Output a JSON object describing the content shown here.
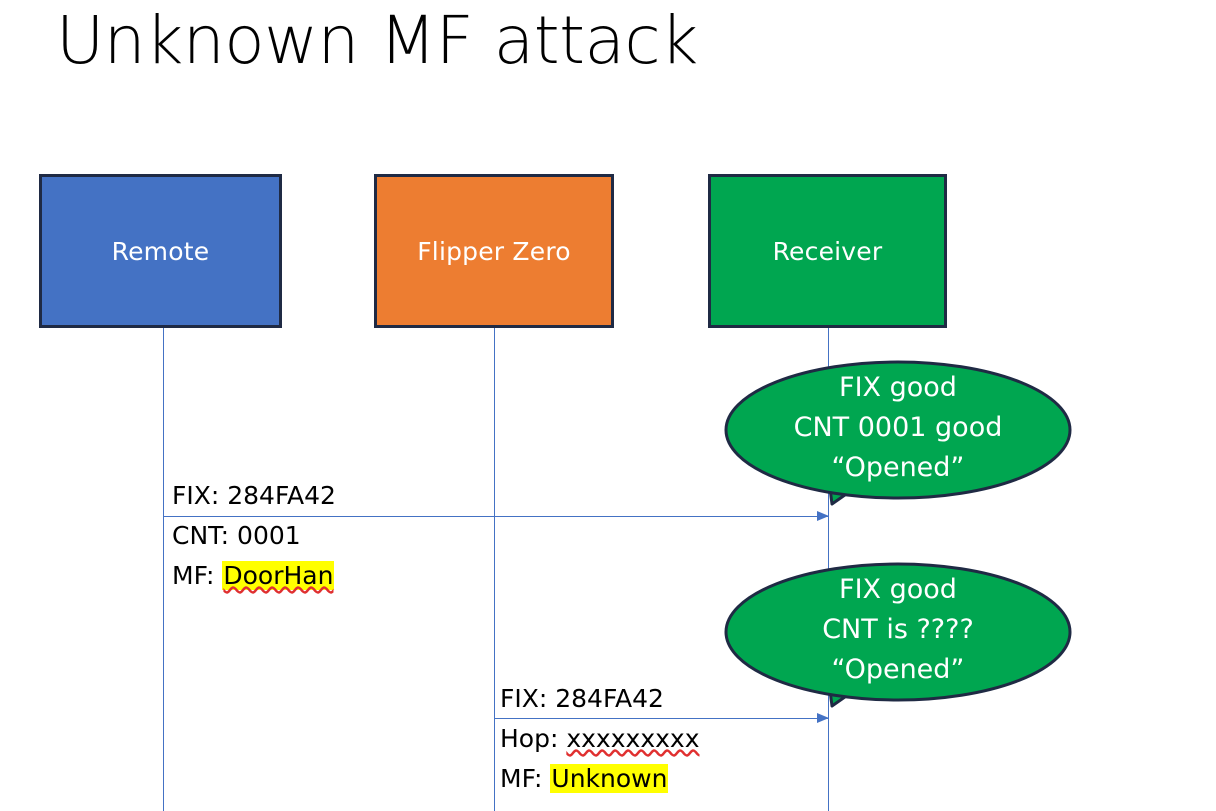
{
  "slide": {
    "title": "Unknown MF attack",
    "background": "#ffffff"
  },
  "colors": {
    "remote_fill": "#4472C4",
    "flipper_fill": "#ED7D31",
    "receiver_fill": "#00A650",
    "box_border": "#1F2A44",
    "lifeline": "#4472C4",
    "arrow": "#4472C4",
    "balloon_fill": "#00A650",
    "balloon_border": "#1F2A44",
    "highlight": "#FFFF00",
    "spellcheck_underline": "#E03030",
    "text": "#000000",
    "box_text": "#FFFFFF"
  },
  "actors": [
    {
      "id": "remote",
      "label": "Remote"
    },
    {
      "id": "flipper",
      "label": "Flipper Zero"
    },
    {
      "id": "receiver",
      "label": "Receiver"
    }
  ],
  "messages": [
    {
      "id": "message-1",
      "from": "remote",
      "to": "receiver",
      "lines": {
        "line1": "FIX: 284FA42",
        "line2": "CNT: 0001",
        "line3_label": "MF: ",
        "line3_value": "DoorHan"
      }
    },
    {
      "id": "message-2",
      "from": "flipper",
      "to": "receiver",
      "lines": {
        "line1": "FIX: 284FA42",
        "line2_label": "Hop: ",
        "line2_value": "xxxxxxxxx",
        "line3_label": "MF: ",
        "line3_value": "Unknown"
      }
    }
  ],
  "balloons": [
    {
      "id": "balloon-1",
      "line1": "FIX good",
      "line2": "CNT 0001 good",
      "line3": "“Opened”"
    },
    {
      "id": "balloon-2",
      "line1": "FIX good",
      "line2": "CNT is ????",
      "line3": "“Opened”"
    }
  ]
}
